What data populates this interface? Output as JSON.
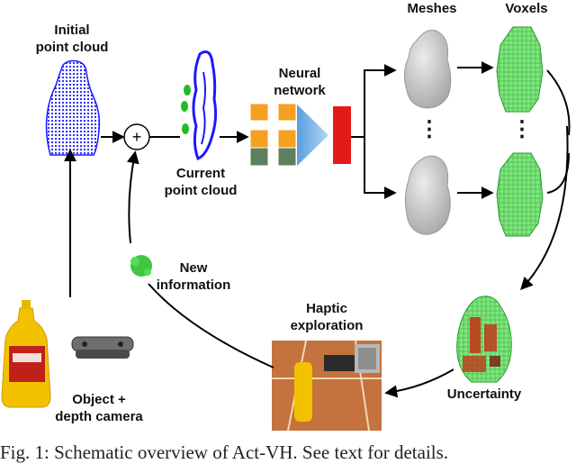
{
  "labels": {
    "initial_point_cloud_1": "Initial",
    "initial_point_cloud_2": "point cloud",
    "current_point_cloud_1": "Current",
    "current_point_cloud_2": "point cloud",
    "neural_network_1": "Neural",
    "neural_network_2": "network",
    "meshes": "Meshes",
    "voxels": "Voxels",
    "new_information_1": "New",
    "new_information_2": "information",
    "haptic_exploration_1": "Haptic",
    "haptic_exploration_2": "exploration",
    "object_depth_camera_1": "Object +",
    "object_depth_camera_2": "depth camera",
    "uncertainty": "Uncertainty",
    "plus": "+",
    "ellipsis_meshes": "⋮",
    "ellipsis_voxels": "⋮"
  },
  "caption": "Fig. 1: Schematic overview of Act-VH. See text for details.",
  "colors": {
    "point_cloud": "#1a1aff",
    "new_points": "#22bb22",
    "encoder_orange": "#f5a020",
    "encoder_green": "#5e7f5e",
    "encoder_triangle": "#7ab4e8",
    "latent_red": "#e31a1a",
    "mesh_gray": "#c8c8c8",
    "voxel_green": "#6ee06e",
    "uncertainty_red": "#c0391b",
    "mustard_yellow": "#f2c200",
    "arrow": "#000000"
  }
}
